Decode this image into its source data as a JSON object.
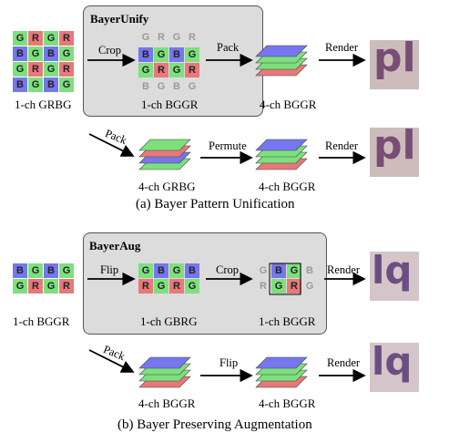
{
  "section_a": {
    "caption": "(a) Bayer Pattern Unification",
    "box_title": "BayerUnify",
    "input_label": "1-ch GRBG",
    "input_grid": [
      [
        "G",
        "R",
        "G",
        "R"
      ],
      [
        "B",
        "G",
        "B",
        "G"
      ],
      [
        "G",
        "R",
        "G",
        "R"
      ],
      [
        "B",
        "G",
        "B",
        "G"
      ]
    ],
    "crop_label": "Crop",
    "cropped_top_gray": [
      "G",
      "R",
      "G",
      "R"
    ],
    "cropped_grid": [
      [
        "B",
        "G",
        "B",
        "G"
      ],
      [
        "G",
        "R",
        "G",
        "R"
      ]
    ],
    "cropped_bottom_gray": [
      "B",
      "G",
      "B",
      "G"
    ],
    "cropped_label": "1-ch BGGR",
    "pack_label": "Pack",
    "packed_label": "4-ch BGGR",
    "render_label": "Render",
    "render_text": "pl",
    "pack_diag_label": "Pack",
    "stack2_label": "4-ch GRBG",
    "permute_label": "Permute",
    "stack3_label": "4-ch BGGR",
    "render2_label": "Render",
    "render2_text": "pl"
  },
  "section_b": {
    "caption": "(b) Bayer Preserving Augmentation",
    "box_title": "BayerAug",
    "input_grid": [
      [
        "B",
        "G",
        "B",
        "G"
      ],
      [
        "G",
        "R",
        "G",
        "R"
      ]
    ],
    "input_label": "1-ch BGGR",
    "flip_label": "Flip",
    "flipped_grid": [
      [
        "G",
        "B",
        "G",
        "B"
      ],
      [
        "R",
        "G",
        "R",
        "G"
      ]
    ],
    "flipped_label": "1-ch GBRG",
    "crop_label": "Crop",
    "crop_grid": [
      [
        "G",
        "B",
        "G",
        "B"
      ],
      [
        "R",
        "G",
        "R",
        "G"
      ]
    ],
    "crop_label2": "1-ch BGGR",
    "render_label": "Render",
    "render_text": "lq",
    "pack_diag_label": "Pack",
    "stack1_label": "4-ch BGGR",
    "flip2_label": "Flip",
    "stack2_label": "4-ch BGGR",
    "render2_label": "Render",
    "render2_text": "lq"
  },
  "colors": {
    "R": "#e8787a",
    "G": "#7de07d",
    "B": "#7676ee",
    "box": "#dcdcdc"
  }
}
